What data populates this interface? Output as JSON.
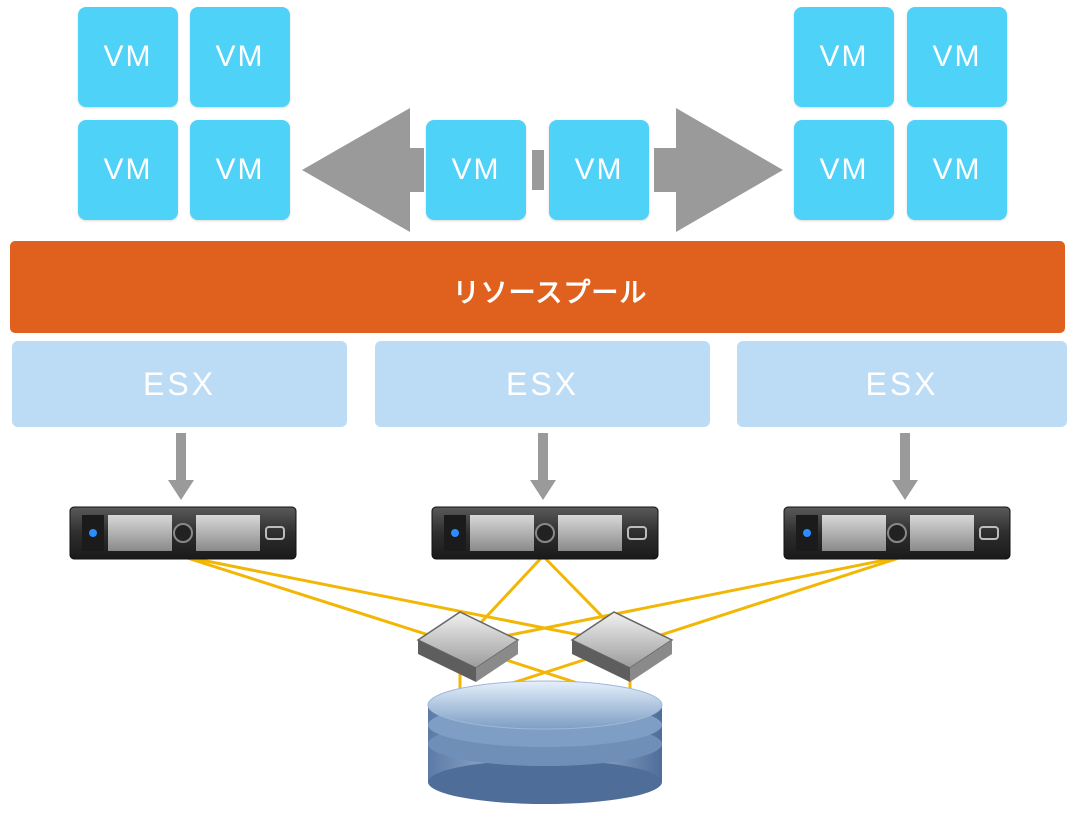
{
  "diagram": {
    "vm_label": "VM",
    "resource_pool_label": "リソースプール",
    "hosts": [
      {
        "label": "ESX"
      },
      {
        "label": "ESX"
      },
      {
        "label": "ESX"
      }
    ],
    "colors": {
      "vm": "#4fd2f7",
      "resource_pool": "#e0611d",
      "esx": "#bcdcf5",
      "arrow": "#9a9a9a",
      "san_links": "#f2b705"
    }
  }
}
